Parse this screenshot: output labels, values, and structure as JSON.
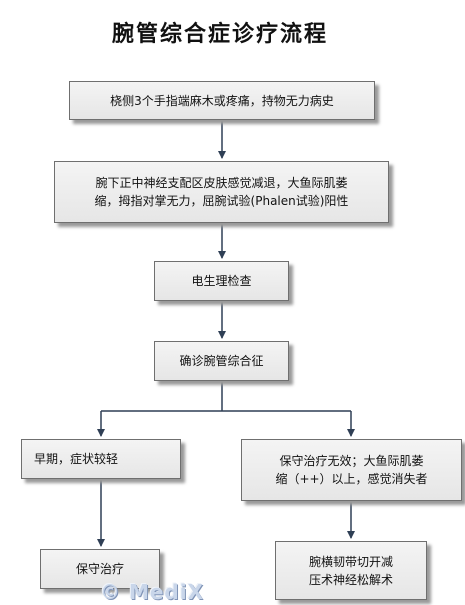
{
  "title": "腕管综合症诊疗流程",
  "nodes": {
    "symptom": "桡侧3个手指端麻木或疼痛，持物无力病史",
    "signs_line1": "腕下正中神经支配区皮肤感觉减退，大鱼际肌萎",
    "signs_line2": "缩，拇指对掌无力，屈腕试验(Phalen试验)阳性",
    "emg": "电生理检查",
    "diagnosis": "确诊腕管综合征",
    "early": "早期，症状较轻",
    "conservative": "保守治疗",
    "failed_line1": "保守治疗无效；大鱼际肌萎",
    "failed_line2": "缩（++）以上，感觉消失者",
    "surgery_line1": "腕横韧带切开减",
    "surgery_line2": "压术神经松解术"
  },
  "watermark": "© MediX",
  "colors": {
    "connector": "#2f3f55",
    "box_border": "#6f6f6f",
    "box_fill": "#ececec"
  }
}
